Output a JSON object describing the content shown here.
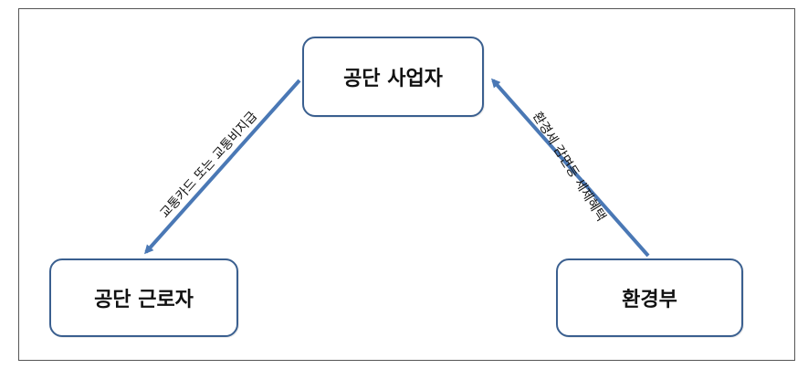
{
  "nodes": {
    "top": "공단 사업자",
    "left": "공단 근로자",
    "right": "환경부"
  },
  "edges": {
    "top_to_left": "교통카드 또는 교통비지급",
    "right_to_top": "환경세 감면등 세제혜택"
  },
  "colors": {
    "arrow": "#4a78b5",
    "border": "#3a5f8f"
  }
}
